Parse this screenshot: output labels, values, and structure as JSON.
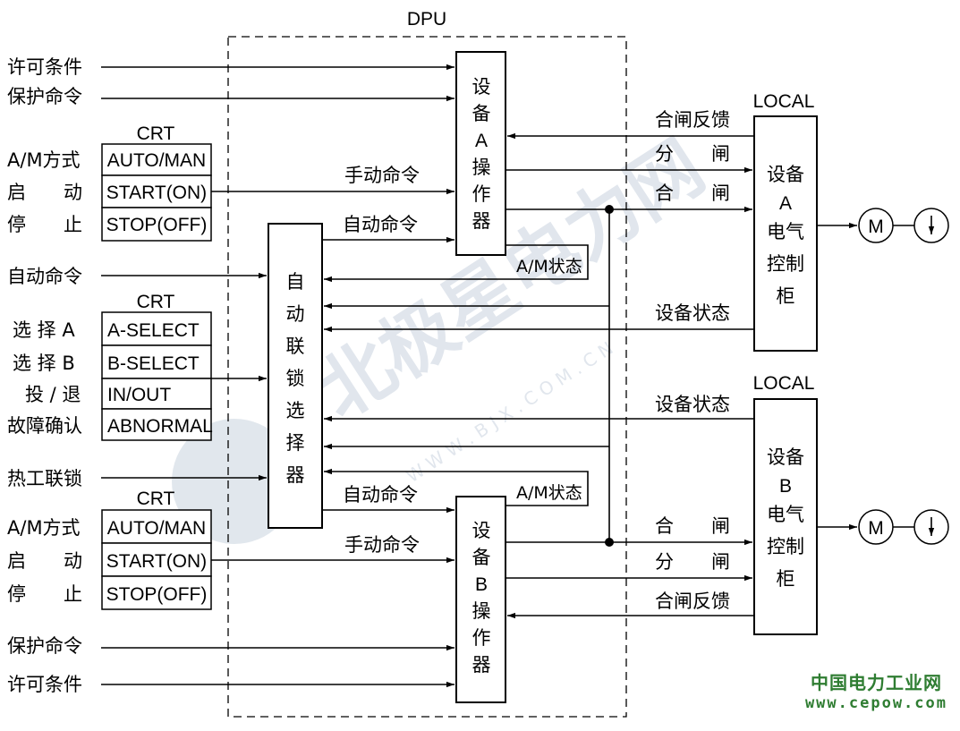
{
  "dpu": {
    "title": "DPU"
  },
  "local_a": {
    "title": "LOCAL",
    "box": [
      "设备",
      "A",
      "电气",
      "控制",
      "柜"
    ]
  },
  "local_b": {
    "title": "LOCAL",
    "box": [
      "设备",
      "B",
      "电气",
      "控制",
      "柜"
    ]
  },
  "device_a_op": [
    "设",
    "备",
    "A",
    "操",
    "作",
    "器"
  ],
  "device_b_op": [
    "设",
    "备",
    "B",
    "操",
    "作",
    "器"
  ],
  "selector": [
    "自",
    "动",
    "联",
    "锁",
    "选",
    "择",
    "器"
  ],
  "left_inputs_top": {
    "permit": "许可条件",
    "protect": "保护命令"
  },
  "crt1": {
    "title": "CRT",
    "labels": [
      "A/M方式",
      "启　　动",
      "停　　止"
    ],
    "buttons": [
      "AUTO/MAN",
      "START(ON)",
      "STOP(OFF)"
    ]
  },
  "auto_cmd_in": "自动命令",
  "crt2": {
    "title": "CRT",
    "labels": [
      "选 择 A",
      "选 择 B",
      "投 / 退",
      "故障确认"
    ],
    "buttons": [
      "A-SELECT",
      "B-SELECT",
      "IN/OUT",
      "ABNORMAL"
    ]
  },
  "thermal_interlock": "热工联锁",
  "crt3": {
    "title": "CRT",
    "labels": [
      "A/M方式",
      "启　　动",
      "停　　止"
    ],
    "buttons": [
      "AUTO/MAN",
      "START(ON)",
      "STOP(OFF)"
    ]
  },
  "left_inputs_bottom": {
    "protect": "保护命令",
    "permit": "许可条件"
  },
  "signals": {
    "manual_cmd": "手动命令",
    "auto_cmd": "自动命令",
    "am_status": "A/M状态",
    "close_feedback": "合闸反馈",
    "open": "分　　闸",
    "close": "合　　闸",
    "device_status": "设备状态"
  },
  "motor": {
    "label": "M"
  },
  "watermark": {
    "cn": "北极星电力网",
    "en": "W W W . B J X . C O M . C N"
  },
  "brand": {
    "cn": "中国电力工业网",
    "url": "www.cepow.com"
  }
}
